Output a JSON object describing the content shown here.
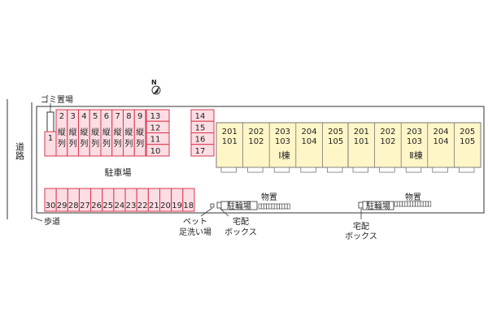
{
  "labels": {
    "road": "道路",
    "sidewalk": "歩道",
    "garbage": "ゴミ置場",
    "parking": "駐車場",
    "pet_line1": "ペット",
    "pet_line2": "足洗い場",
    "delivery_line1": "宅配",
    "delivery_line2": "ボックス",
    "bicycle": "駐輪場",
    "storage": "物置",
    "north": "N"
  },
  "parking_vertical_note": "縦列",
  "parking_tandem_nums": [
    "2",
    "3",
    "4",
    "5",
    "6",
    "7",
    "8",
    "9"
  ],
  "parking_first": "1",
  "parking_col_a": [
    "13",
    "12",
    "11",
    "10"
  ],
  "parking_col_b": [
    "14",
    "15",
    "16",
    "17"
  ],
  "parking_bottom_row": [
    "30",
    "29",
    "28",
    "27",
    "26",
    "25",
    "24",
    "23",
    "22",
    "21",
    "20",
    "19",
    "18"
  ],
  "buildings": [
    {
      "name": "Ⅰ棟",
      "units_upper": [
        "201",
        "202",
        "203",
        "204",
        "205"
      ],
      "units_lower": [
        "101",
        "102",
        "103",
        "104",
        "105"
      ]
    },
    {
      "name": "Ⅱ棟",
      "units_upper": [
        "201",
        "202",
        "203",
        "204",
        "205"
      ],
      "units_lower": [
        "101",
        "102",
        "103",
        "104",
        "105"
      ]
    }
  ],
  "colors": {
    "parking_fill": "#fbdde3",
    "parking_stroke": "#d9364d",
    "building_fill": "#fff6c7",
    "building_stroke": "#777777",
    "line": "#333333"
  }
}
